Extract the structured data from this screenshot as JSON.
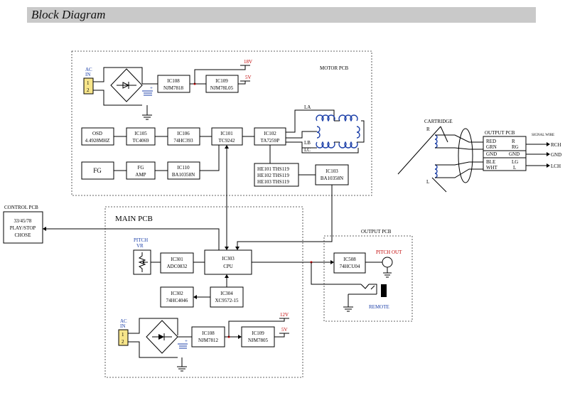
{
  "header": {
    "title": "Block Diagram"
  },
  "sections": {
    "motor_pcb": "MOTOR PCB",
    "main_pcb": "MAIN PCB",
    "output_pcb_lower": "OUTPUT PCB",
    "control_pcb": "CONTROL PCB",
    "output_pcb_cart": "OUTPUT PCB",
    "cartridge": "CARTRIDGE",
    "signal_wire": "SIGNAL WIRE"
  },
  "control_pcb": {
    "line1": "33/45/78",
    "line2": "PLAY/STOP",
    "line3": "CHOSE"
  },
  "motor": {
    "ac_label": "AC",
    "ac_in": "IN",
    "ac_pin1": "1",
    "ac_pin2": "2",
    "ic108": {
      "id": "IC108",
      "part": "NJM7818"
    },
    "ic109": {
      "id": "IC109",
      "part": "NJM78L05"
    },
    "v18": "18V",
    "v5": "5V",
    "osd": {
      "l1": "OSD",
      "l2": "4.4928MHZ"
    },
    "ic105": {
      "id": "IC105",
      "part": "TC4069"
    },
    "ic106": {
      "id": "IC106",
      "part": "74HC393"
    },
    "ic101": {
      "id": "IC101",
      "part": "TC9242"
    },
    "ic102": {
      "id": "IC102",
      "part": "TA7259P"
    },
    "fg": "FG",
    "fgamp": {
      "l1": "FG",
      "l2": "AMP"
    },
    "ic110": {
      "id": "IC110",
      "part": "BA10358N"
    },
    "hall1": "HE101  THS119",
    "hall2": "HE102  THS119",
    "hall3": "HE103  THS119",
    "ic103": {
      "id": "IC103",
      "part": "BA10358N"
    },
    "la": "LA",
    "lb": "LB",
    "lc": "LC"
  },
  "main": {
    "pitch": "PITCH",
    "vr": "VR",
    "ic301": {
      "id": "IC301",
      "part": "ADC0832"
    },
    "ic303": {
      "id": "IC303",
      "part": "CPU"
    },
    "ic302": {
      "id": "IC302",
      "part": "74HC4046"
    },
    "ic304": {
      "id": "IC304",
      "part": "XC9572-15"
    },
    "ac_label": "AC",
    "ac_in": "IN",
    "ac_pin1": "1",
    "ac_pin2": "2",
    "ic108": {
      "id": "IC108",
      "part": "NJM7812"
    },
    "ic109": {
      "id": "IC109",
      "part": "NJM7805"
    },
    "v12": "12V",
    "v5": "5V"
  },
  "output": {
    "ic508": {
      "id": "IC508",
      "part": "74HCU04"
    },
    "pitch_out": "PITCH OUT",
    "remote": "REMOTE"
  },
  "cart": {
    "r": "R",
    "l": "L",
    "rows": [
      {
        "wire": "RED",
        "ch": "R"
      },
      {
        "wire": "GRN",
        "ch": "RG"
      },
      {
        "wire": "GND",
        "ch": "GND"
      },
      {
        "wire": "BLE",
        "ch": "LG"
      },
      {
        "wire": "WHT",
        "ch": "L"
      }
    ],
    "rch": "RCH",
    "gnd": "GND",
    "lch": "LCH"
  }
}
